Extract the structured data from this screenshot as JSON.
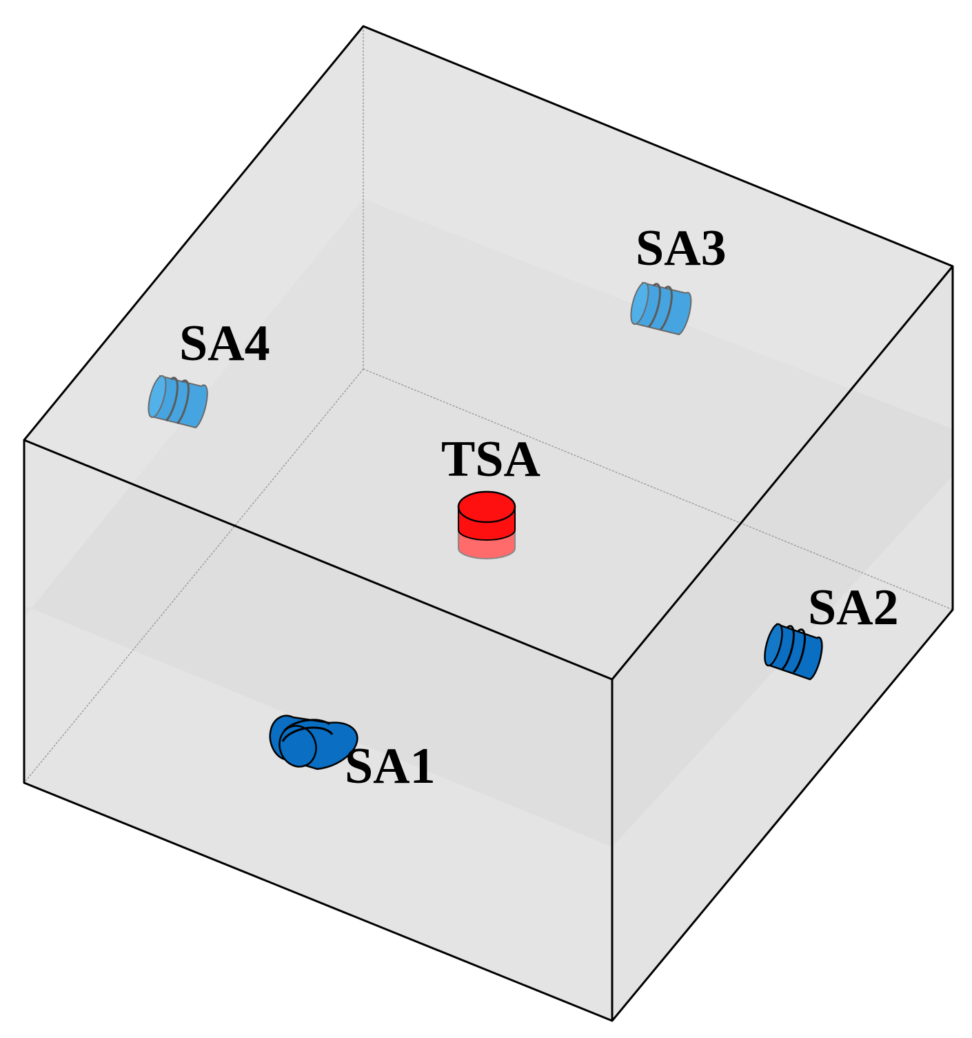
{
  "labels": {
    "tsa": "TSA",
    "sa1": "SA1",
    "sa2": "SA2",
    "sa3": "SA3",
    "sa4": "SA4"
  },
  "colors": {
    "box_fill": "#e6e6e6",
    "mid_plane": "#d8d8d8",
    "edge": "#000000",
    "hidden_edge": "#9a9a9a",
    "tsa": "#ff1010",
    "tsa_lower": "#ff6a6a",
    "sa_front": "#0a6ec2",
    "sa_back": "#35a6e6"
  },
  "icons": {
    "tsa": "red-cylinder-actuator",
    "sa": "blue-cylinder-sensor"
  }
}
